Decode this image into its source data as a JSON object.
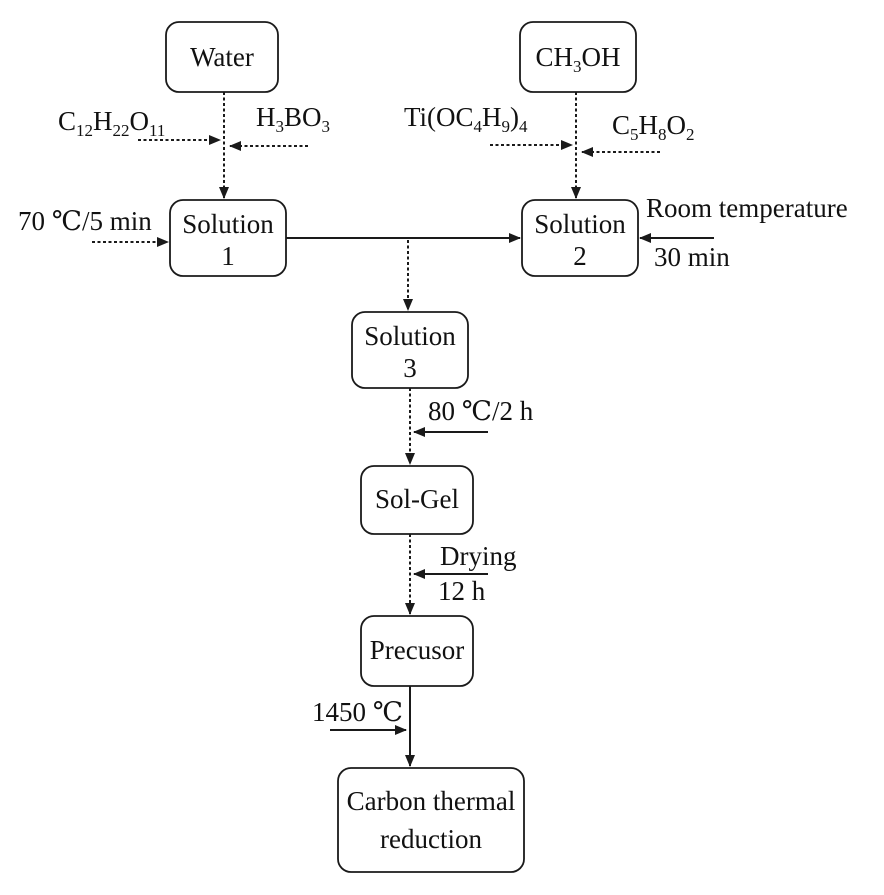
{
  "boxes": {
    "water": {
      "line1": "Water"
    },
    "methanol": {
      "prefix": "CH",
      "sub": "3",
      "suffix": "OH"
    },
    "solution1": {
      "line1": "Solution",
      "line2": "1"
    },
    "solution2": {
      "line1": "Solution",
      "line2": "2"
    },
    "solution3": {
      "line1": "Solution",
      "line2": "3"
    },
    "solgel": {
      "line1": "Sol-Gel"
    },
    "precursor": {
      "line1": "Precusor"
    },
    "reduction": {
      "line1": "Carbon thermal",
      "line2": "reduction"
    }
  },
  "inputs": {
    "sucrose": [
      "C",
      "12",
      "H",
      "22",
      "O",
      "11"
    ],
    "boric_acid": [
      "H",
      "3",
      "BO",
      "3"
    ],
    "titanium_butoxide": [
      "Ti(OC",
      "4",
      "H",
      "9",
      ")",
      "4"
    ],
    "acetylacetone": [
      "C",
      "5",
      "H",
      "8",
      "O",
      "2"
    ]
  },
  "conditions": {
    "solution1": "70 ℃/5 min",
    "solution2_line1": "Room temperature",
    "solution2_line2": "30 min",
    "solution3": "80 ℃/2 h",
    "drying_line1": "Drying",
    "drying_line2": "12 h",
    "calcination": "1450 ℃"
  },
  "colors": {
    "line": "#1a1a1a",
    "text": "#111111",
    "background": "#ffffff"
  }
}
